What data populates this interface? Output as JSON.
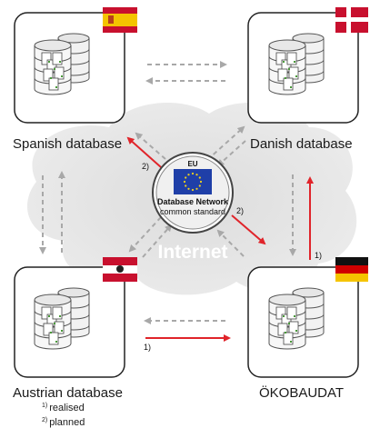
{
  "nodes": {
    "spanish": {
      "label": "Spanish database",
      "flag": "spain-flag"
    },
    "danish": {
      "label": "Danish database",
      "flag": "denmark-flag"
    },
    "austrian": {
      "label": "Austrian database",
      "flag": "austria-flag"
    },
    "oekobaudat": {
      "label": "ÖKOBAUDAT",
      "flag": "germany-flag"
    }
  },
  "hub": {
    "top": "EU",
    "title": "Database Network",
    "subtitle": "common standard"
  },
  "cloud_label": "Internet",
  "arrow_labels": {
    "spanish_hub": "2)",
    "hub_oeko": "2)",
    "oeko_danish": "1)",
    "austrian_oeko": "1)"
  },
  "legend": {
    "realised_mark": "1)",
    "realised": "realised",
    "planned_mark": "2)",
    "planned": "planned"
  },
  "colors": {
    "realised": "#e0242a",
    "dashed": "#a8a8a8",
    "cloud": "#e4e4e4",
    "eu_blue": "#1f3fa8",
    "eu_star": "#f3d31a"
  }
}
